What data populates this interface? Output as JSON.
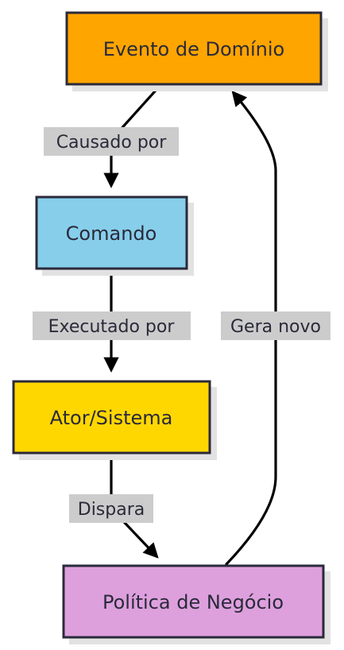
{
  "nodes": {
    "evento": {
      "label": "Evento de Domínio",
      "color": "#ffa500"
    },
    "comando": {
      "label": "Comando",
      "color": "#87ceeb"
    },
    "ator": {
      "label": "Ator/Sistema",
      "color": "#ffd700"
    },
    "politica": {
      "label": "Política de Negócio",
      "color": "#dda0dd"
    }
  },
  "edges": {
    "causado": {
      "label": "Causado por"
    },
    "executado": {
      "label": "Executado por"
    },
    "dispara": {
      "label": "Dispara"
    },
    "gera": {
      "label": "Gera novo"
    }
  },
  "colors": {
    "stroke": "#2a2a3a",
    "edge": "#000000",
    "label_bg": "#cccccc",
    "shadow": "#e2e2e2"
  }
}
